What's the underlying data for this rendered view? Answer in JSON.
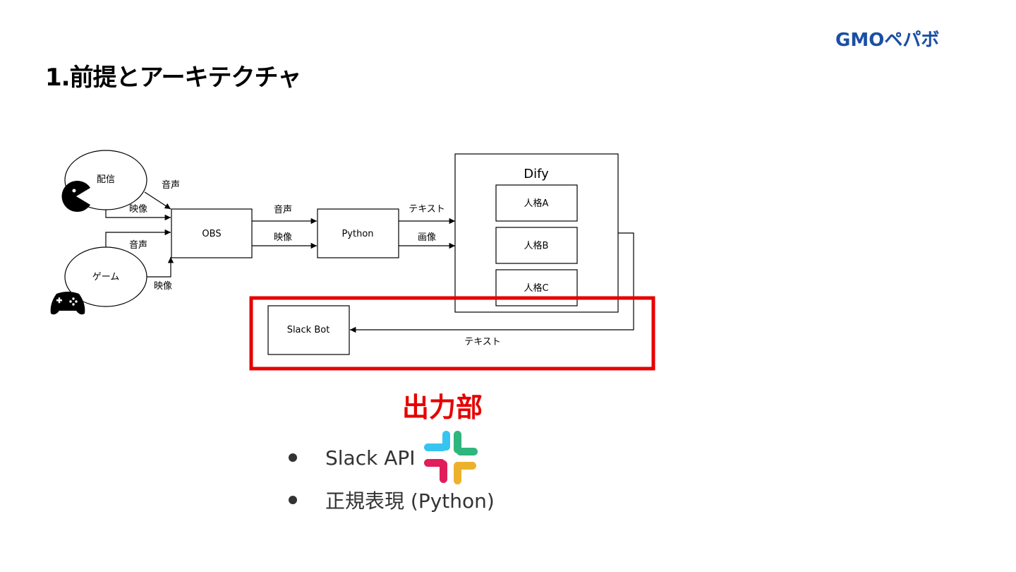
{
  "slide": {
    "title": "1.前提とアーキテクチャ",
    "logo": "GMOペパボ"
  },
  "diagram": {
    "sources": {
      "stream": "配信",
      "game": "ゲーム"
    },
    "edge_labels": {
      "voice": "音声",
      "video": "映像",
      "text": "テキスト",
      "image": "画像"
    },
    "nodes": {
      "obs": "OBS",
      "python": "Python",
      "dify": "Dify",
      "persona_a": "人格A",
      "persona_b": "人格B",
      "persona_c": "人格C",
      "slack_bot": "Slack Bot"
    },
    "highlight_color": "#e60000"
  },
  "output_section": {
    "label": "出力部",
    "bullets": [
      {
        "text": "Slack API",
        "icon": "slack-logo-icon"
      },
      {
        "text": "正規表現 (Python)"
      }
    ]
  },
  "colors": {
    "logo": "#1a4fa3",
    "accent_red": "#e60000",
    "slack": [
      "#36c5f0",
      "#2eb67d",
      "#ecb22e",
      "#e01e5a"
    ]
  }
}
